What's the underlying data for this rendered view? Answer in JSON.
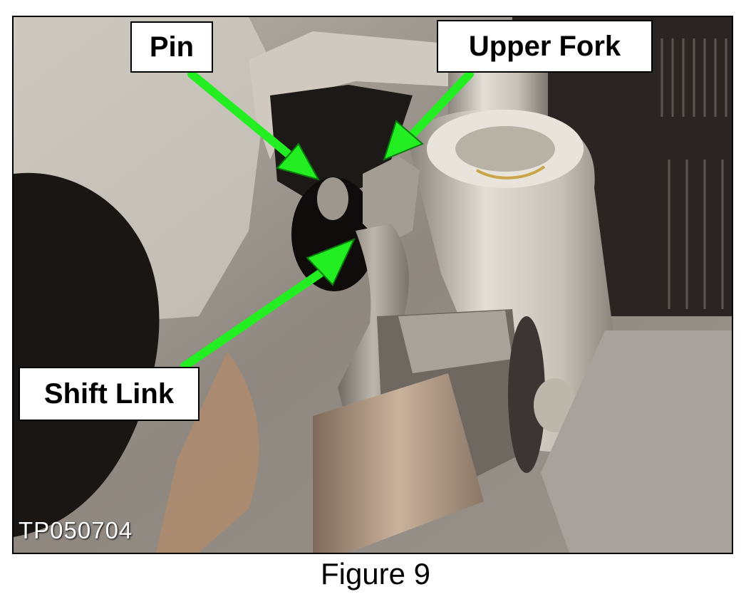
{
  "labels": {
    "pin": "Pin",
    "upper_fork": "Upper Fork",
    "shift_link": "Shift Link"
  },
  "photo_code": "TP050704",
  "caption": "Figure 9",
  "colors": {
    "arrow": "#22ee22",
    "label_bg": "#ffffff",
    "label_border": "#000000"
  }
}
